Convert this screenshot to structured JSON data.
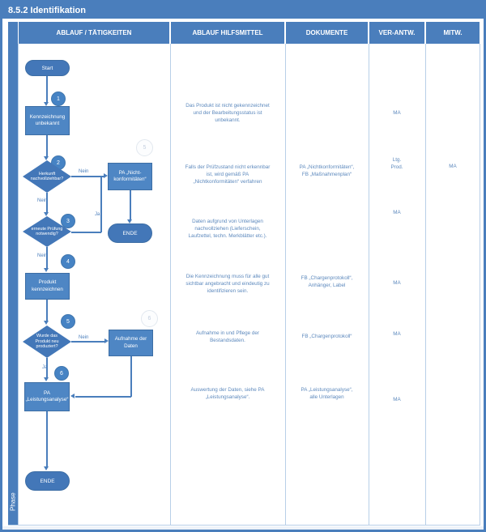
{
  "title": "8.5.2 Identifikation",
  "header": {
    "col1": "ABLAUF / TÄTIGKEITEN",
    "col2": "ABLAUF HILFSMITTEL",
    "col3": "DOKUMENTE",
    "col4": "VER-ANTW.",
    "col5": "MITW."
  },
  "phase_label": "Phase",
  "colors": {
    "accent": "#4a7ebc",
    "node_fill": "#4e86c4",
    "diamond_fill": "#4377b8",
    "line": "#4a7ebc",
    "note_text": "#5d89bd"
  },
  "flowchart": {
    "start": "Start",
    "steps": {
      "s1": "1",
      "s2": "2",
      "s3": "3",
      "s4": "4",
      "s5": "5",
      "s6": "6",
      "ref5": "5",
      "ref6": "6"
    },
    "nodes": {
      "kennzeichnung": "Kennzeichnung\nunbekannt",
      "herkunft": "Herkunft\nnachvollziehbar?",
      "nichtkonformitaeten": "PA „Nicht-\nkonformitäten“",
      "ende1": "ENDE",
      "erneute": "erneute Prüfung\nnotwendig?",
      "produkt": "Produkt\nkennzeichnen",
      "wurde": "Wurde das\nProdukt neu\nproduziert?",
      "aufnahme": "Aufnahme der\nDaten",
      "leistungsanalyse": "PA\n„Leistungsanalyse“",
      "ende2": "ENDE"
    },
    "labels": {
      "ja": "Ja",
      "nein": "Nein"
    }
  },
  "rows": [
    {
      "hilfsmittel": "Das Produkt ist nicht gekennzeichnet\nund der Bearbeitungsstatus ist\nunbekannt.",
      "dokumente": "",
      "verantw": "MA",
      "mitw": ""
    },
    {
      "hilfsmittel": "Falls der Prüfzustand nicht erkennbar\nist, wird gemäß PA\n„Nichtkonformitäten“ verfahren",
      "dokumente": "PA „Nichtkonformitäten“,\nFB „Maßnahmenplan“",
      "verantw": "Ltg.\nProd.",
      "mitw": "MA"
    },
    {
      "hilfsmittel": "Daten aufgrund von Unterlagen\nnachvollziehen (Lieferschein,\nLaufzettel, techn. Merkblätter etc.).",
      "dokumente": "",
      "verantw": "MA",
      "mitw": ""
    },
    {
      "hilfsmittel": "Die Kennzeichnung muss für alle gut\nsichtbar angebracht und eindeutig zu\nidentifizieren sein.",
      "dokumente": "FB „Chargenprotokoll“,\nAnhänger, Label",
      "verantw": "MA",
      "mitw": ""
    },
    {
      "hilfsmittel": "Aufnahme in und Pflege der\nBestandsdaten.",
      "dokumente": "FB „Chargenprotokoll“",
      "verantw": "MA",
      "mitw": ""
    },
    {
      "hilfsmittel": "Auswertung der Daten, siehe PA\n„Leistungsanalyse“.",
      "dokumente": "PA „Leistungsanalyse“,\nalle Unterlagen",
      "verantw": "MA",
      "mitw": ""
    }
  ]
}
